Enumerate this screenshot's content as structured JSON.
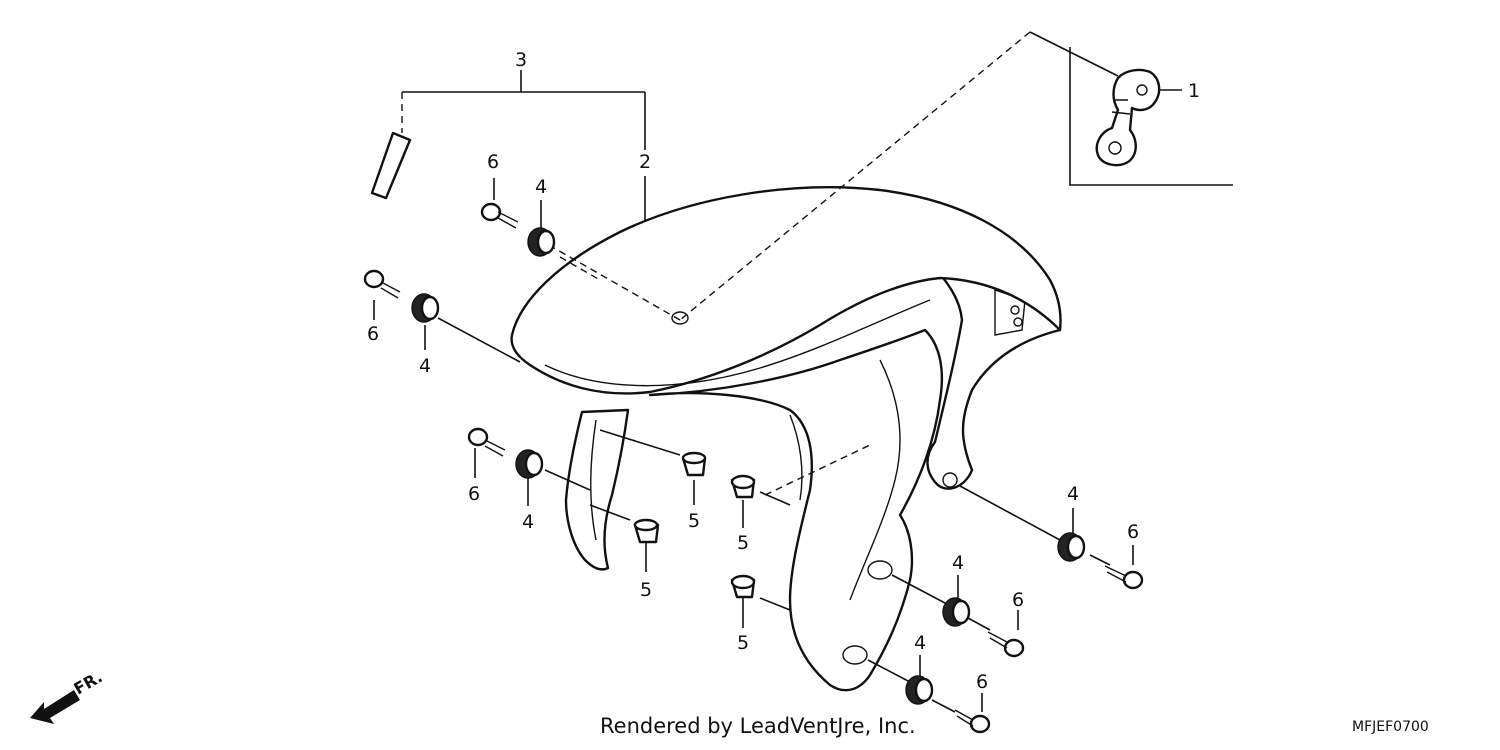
{
  "callouts": {
    "c1": "1",
    "c2": "2",
    "c3": "3",
    "grommet": "4",
    "collar": "5",
    "bolt": "6"
  },
  "direction_label": "FR.",
  "credit": "Rendered by LeadVentJre, Inc.",
  "diagram_code": "MFJEF0700"
}
